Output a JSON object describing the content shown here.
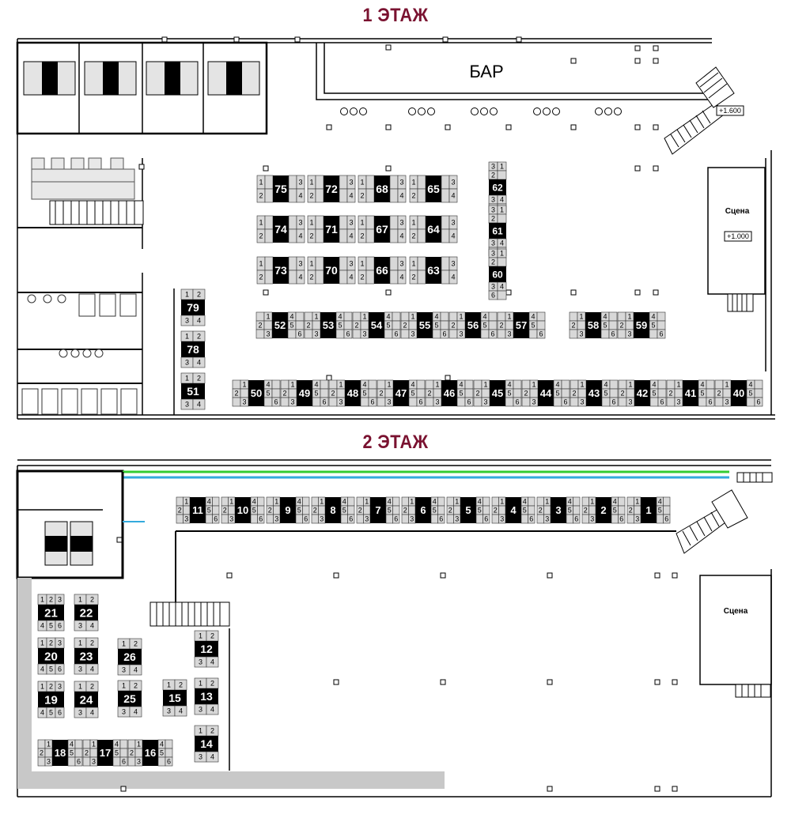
{
  "floors": {
    "first_title": "1 ЭТАЖ",
    "second_title": "2 ЭТАЖ"
  },
  "labels": {
    "bar": "БАР",
    "stage_first": "Сцена",
    "stage_second": "Сцена",
    "elev_stage": "+1.000",
    "elev_stair": "+1.600"
  },
  "tables_first": {
    "row_a": [
      "75",
      "72",
      "68",
      "65"
    ],
    "row_b": [
      "74",
      "71",
      "67",
      "64"
    ],
    "row_c": [
      "73",
      "70",
      "66",
      "63"
    ],
    "vertical": [
      "62",
      "61",
      "60"
    ],
    "row_d": [
      "52",
      "53",
      "54",
      "55",
      "56",
      "57"
    ],
    "row_e": [
      "58",
      "59"
    ],
    "row_f": [
      "50",
      "49",
      "48",
      "47",
      "46",
      "45",
      "44",
      "43",
      "42",
      "41",
      "40"
    ],
    "left_column": [
      "79",
      "78",
      "51"
    ]
  },
  "tables_second": {
    "top_row": [
      "11",
      "10",
      "9",
      "8",
      "7",
      "6",
      "5",
      "4",
      "3",
      "2",
      "1"
    ],
    "left_col_a": [
      "21",
      "20",
      "19"
    ],
    "left_col_b": [
      "22",
      "23",
      "24"
    ],
    "mid_col_a": [
      "26",
      "25"
    ],
    "mid_col_b": [
      "12",
      "13",
      "14"
    ],
    "single": [
      "15"
    ],
    "bottom_row": [
      "18",
      "17",
      "16"
    ]
  },
  "seat_numbers": {
    "s1": "1",
    "s2": "2",
    "s3": "3",
    "s4": "4",
    "s5": "5",
    "s6": "6"
  },
  "colors": {
    "title": "#7a1230",
    "seat_fill": "#d8d8d8",
    "table_fill": "#000000",
    "wall": "#000000",
    "window_line_green": "#33cc33",
    "window_line_blue": "#33aadd"
  }
}
